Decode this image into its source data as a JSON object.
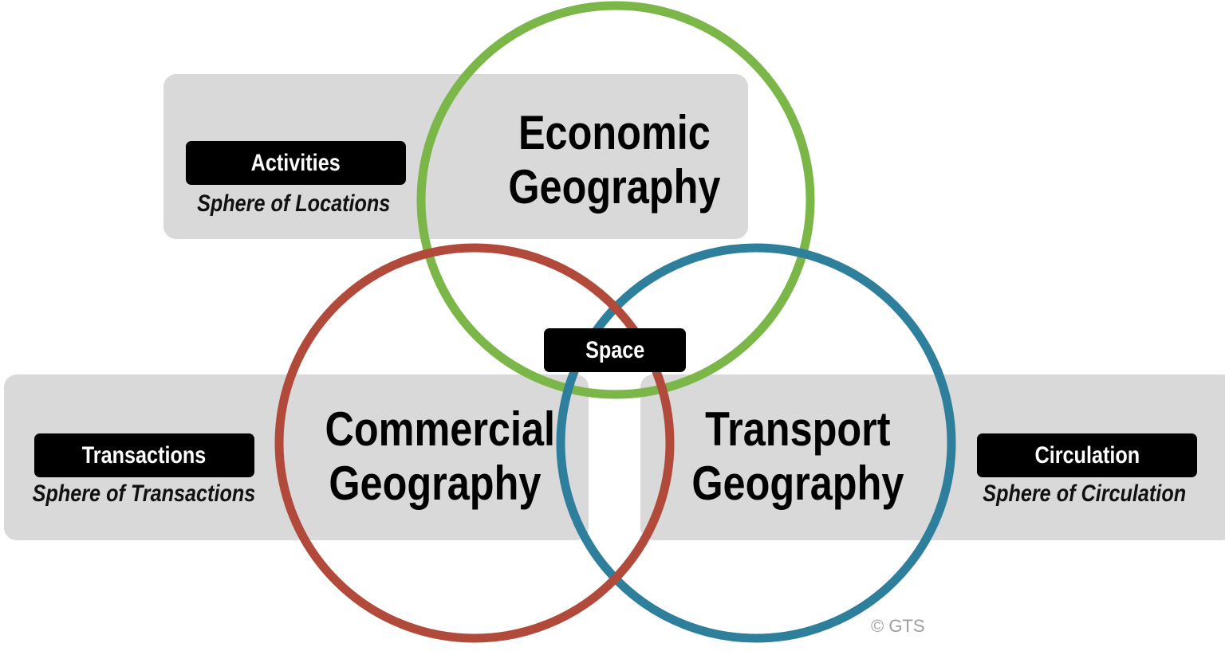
{
  "diagram": {
    "type": "venn",
    "circles": [
      {
        "id": "economic",
        "title_line1": "Economic",
        "title_line2": "Geography",
        "color": "#7ab648"
      },
      {
        "id": "commercial",
        "title_line1": "Commercial",
        "title_line2": "Geography",
        "color": "#b24a3b"
      },
      {
        "id": "transport",
        "title_line1": "Transport",
        "title_line2": "Geography",
        "color": "#2e7f9c"
      }
    ],
    "center_label": "Space",
    "spheres": {
      "top": {
        "label": "Activities",
        "subtitle": "Sphere of Locations"
      },
      "left": {
        "label": "Transactions",
        "subtitle": "Sphere of Transactions"
      },
      "right": {
        "label": "Circulation",
        "subtitle": "Sphere of Circulation"
      }
    },
    "copyright": "© GTS",
    "colors": {
      "box_bg": "#d9d9d9",
      "label_bg": "#000000",
      "label_text": "#ffffff"
    }
  }
}
